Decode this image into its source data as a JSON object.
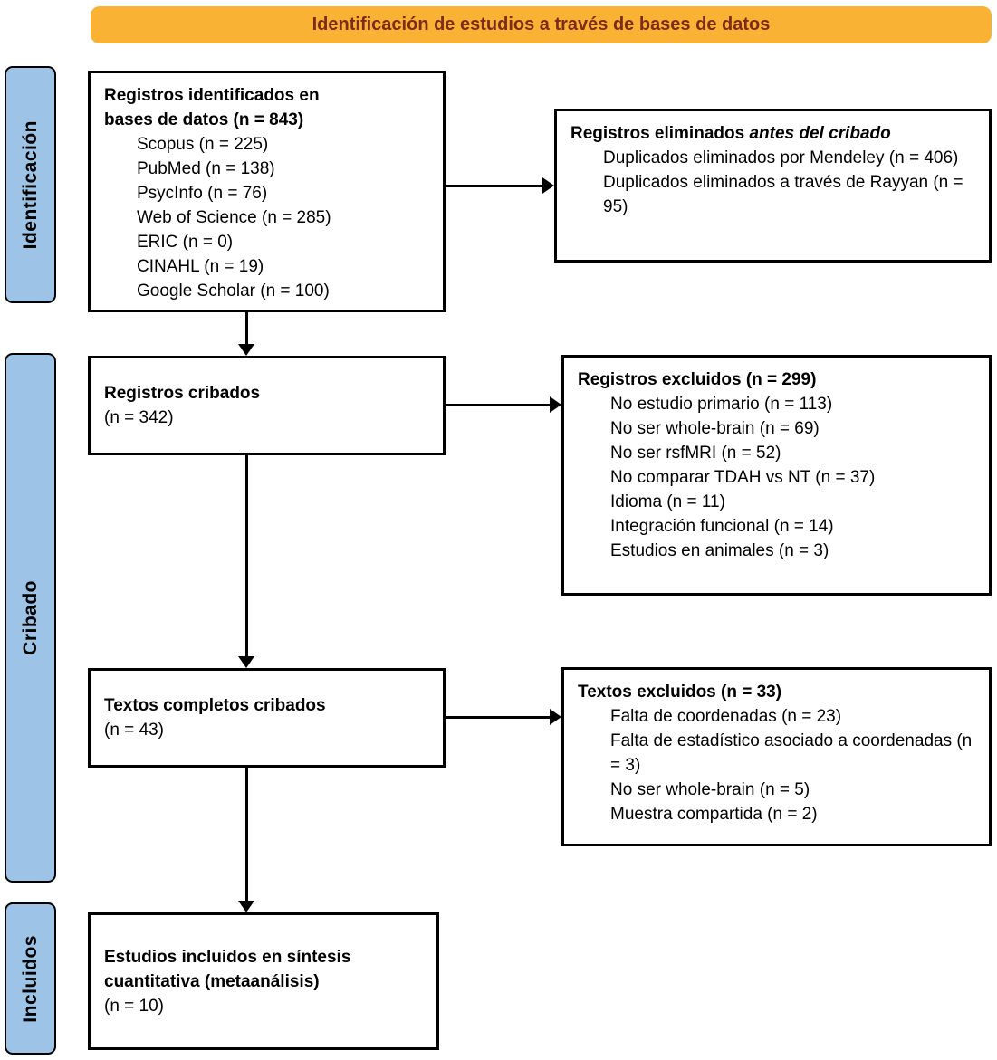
{
  "colors": {
    "banner_bg": "#F9B234",
    "banner_text": "#7B2C1E",
    "stage_bg": "#9DC3E6",
    "box_border": "#000000"
  },
  "banner": {
    "label": "Identificación de estudios a través de bases de datos"
  },
  "stages": [
    {
      "label": "Identificación"
    },
    {
      "label": "Cribado"
    },
    {
      "label": "Incluidos"
    }
  ],
  "boxes": {
    "identified": {
      "title_lines": [
        "Registros identificados en",
        "bases de datos (n = 843)"
      ],
      "items": [
        "Scopus (n = 225)",
        "PubMed (n = 138)",
        "PsycInfo (n = 76)",
        "Web of Science (n = 285)",
        "ERIC (n = 0)",
        "CINAHL (n = 19)",
        "Google Scholar (n = 100)"
      ]
    },
    "removed": {
      "title_prefix": "Registros eliminados ",
      "title_italic": "antes del cribado",
      "items": [
        "Duplicados eliminados por Mendeley (n = 406)",
        "Duplicados eliminados a través de Rayyan (n = 95)"
      ]
    },
    "screened": {
      "title": "Registros cribados",
      "count": "(n = 342)"
    },
    "excluded_records": {
      "title": "Registros excluidos (n = 299)",
      "items": [
        "No estudio primario (n = 113)",
        "No ser whole-brain (n = 69)",
        "No ser rsfMRI (n = 52)",
        "No comparar TDAH vs NT (n = 37)",
        "Idioma (n = 11)",
        "Integración funcional (n = 14)",
        "Estudios en animales (n = 3)"
      ]
    },
    "fulltext": {
      "title": "Textos completos cribados",
      "count": "(n = 43)"
    },
    "excluded_fulltext": {
      "title": "Textos excluidos (n = 33)",
      "items": [
        "Falta de coordenadas (n = 23)",
        "Falta de estadístico asociado a coordenadas (n = 3)",
        "No ser whole-brain (n = 5)",
        "Muestra compartida (n = 2)"
      ]
    },
    "included": {
      "title_lines": [
        "Estudios incluidos en síntesis",
        "cuantitativa (metaanálisis)"
      ],
      "count": "(n = 10)"
    }
  }
}
